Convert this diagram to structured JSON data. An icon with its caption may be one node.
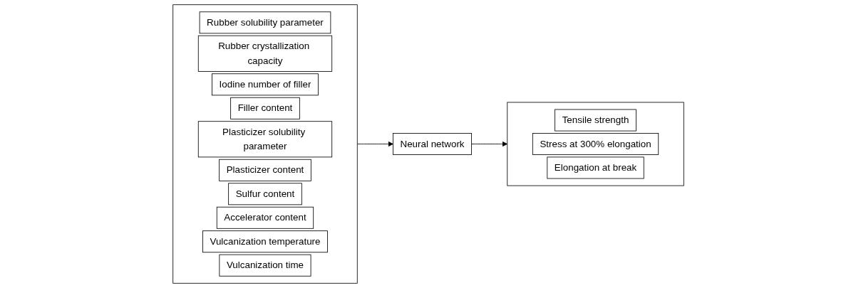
{
  "diagram": {
    "nodes": [
      {
        "text": [],
        "shape": "box"
      },
      {
        "text": [
          "Rubber solubility parameter"
        ],
        "in": 0
      },
      {
        "text": [
          "Rubber crystallization capacity"
        ],
        "in": 0
      },
      {
        "text": [
          "Iodine number of filler"
        ],
        "in": 0
      },
      {
        "text": [
          "Filler content"
        ],
        "in": 0
      },
      {
        "text": [
          "Plasticizer solubility parameter"
        ],
        "in": 0
      },
      {
        "text": [
          "Plasticizer content"
        ],
        "in": 0
      },
      {
        "text": [
          "Sulfur content"
        ],
        "in": 0
      },
      {
        "text": [
          "Accelerator content"
        ],
        "in": 0
      },
      {
        "text": [
          "Vulcanization temperature"
        ],
        "in": 0
      },
      {
        "text": [
          "Vulcanization time"
        ],
        "in": 0
      },
      {
        "text": [
          "Neural network"
        ]
      },
      {
        "text": [],
        "shape": "box"
      },
      {
        "text": [
          "Tensile strength"
        ],
        "in": 12
      },
      {
        "text": [
          "Stress at 300% elongation"
        ],
        "in": 12
      },
      {
        "text": [
          "Elongation at break"
        ],
        "in": 12
      }
    ],
    "edges": [
      {
        "from": 0,
        "to": 11,
        "arrow": "to"
      },
      {
        "from": 11,
        "to": 12,
        "arrow": "to"
      }
    ]
  }
}
